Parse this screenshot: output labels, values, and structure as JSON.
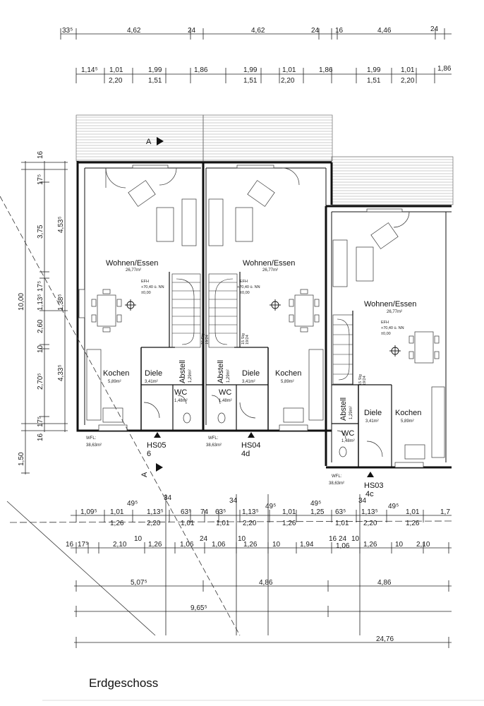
{
  "drawing": {
    "title": "Erdgeschoss",
    "section_marker": "A",
    "top_dimensions": {
      "row1": [
        "33⁵",
        "4,62",
        "24",
        "4,62",
        "24",
        "16",
        "4,46",
        "24"
      ],
      "row2_top": [
        "1,14⁵",
        "1,01",
        "1,99",
        "1,86",
        "1,99",
        "1,01",
        "1,86",
        "1,99",
        "1,01",
        "1,86"
      ],
      "row2_bottom": [
        "2,20",
        "1,51",
        "1,51",
        "2,20",
        "1,51",
        "2,20"
      ]
    },
    "left_dimensions": {
      "outer": [
        "16",
        "17⁵",
        "3,75",
        "17⁵",
        "1,13⁵",
        "2,60",
        "10",
        "2,70⁵",
        "17⁵",
        "16"
      ],
      "middle": [
        "4,53⁵",
        "1,38⁵",
        "4,33⁵"
      ],
      "overall": [
        "10,00",
        "1,50"
      ]
    },
    "bottom_dimensions": {
      "row1": [
        "34",
        "34",
        "49⁵",
        "34",
        "49⁵"
      ],
      "row2_top": [
        "1,09⁵",
        "1,01",
        "1,13⁵",
        "63⁵",
        "74",
        "63⁵",
        "1,13⁵",
        "1,01",
        "1,25",
        "63⁵",
        "1,13⁵",
        "1,01",
        "1,7"
      ],
      "row2_bottom": [
        "1,26",
        "2,20",
        "1,01",
        "1,01",
        "2,20",
        "1,26",
        "1,01",
        "2,20",
        "1,26"
      ],
      "row2_marks": [
        "49⁵",
        "49⁵"
      ],
      "row3": [
        "16",
        "17⁵",
        "2,10",
        "10",
        "1,26",
        "1,06",
        "24",
        "1,06",
        "10",
        "1,26",
        "10",
        "1,94",
        "16",
        "24",
        "1,06",
        "10",
        "1,26",
        "10",
        "2,10"
      ],
      "row4": [
        "5,07⁵",
        "4,86",
        "4,86"
      ],
      "row5": [
        "9,65⁵"
      ],
      "row6": [
        "24,76"
      ]
    },
    "units": [
      {
        "rooms": [
          {
            "name": "Wohnen/Essen",
            "area": "26,77m²"
          },
          {
            "name": "Kochen",
            "area": "5,89m²"
          },
          {
            "name": "Diele",
            "area": "3,41m²"
          },
          {
            "name": "Abstell",
            "area": "1,29m²"
          },
          {
            "name": "WC",
            "area": "1,48m²"
          }
        ],
        "efh": [
          "EFH",
          "+70,40 ü. NN",
          "±0,00"
        ],
        "stairs": [
          "15 Stg",
          "19/24"
        ],
        "wfl": [
          "WFL:",
          "38,63m²"
        ],
        "house": [
          "HS05",
          "6"
        ]
      },
      {
        "rooms": [
          {
            "name": "Wohnen/Essen",
            "area": "26,77m²"
          },
          {
            "name": "Kochen",
            "area": "5,89m²"
          },
          {
            "name": "Diele",
            "area": "3,41m²"
          },
          {
            "name": "Abstell",
            "area": "1,29m²"
          },
          {
            "name": "WC",
            "area": "1,48m²"
          }
        ],
        "efh": [
          "EFH",
          "+70,40 ü. NN",
          "±0,00"
        ],
        "stairs": [
          "15 Stg",
          "19/24"
        ],
        "wfl": [
          "WFL:",
          "38,63m²"
        ],
        "house": [
          "HS04",
          "4d"
        ]
      },
      {
        "rooms": [
          {
            "name": "Wohnen/Essen",
            "area": "26,77m²"
          },
          {
            "name": "Kochen",
            "area": "5,89m²"
          },
          {
            "name": "Diele",
            "area": "3,41m²"
          },
          {
            "name": "Abstell",
            "area": "1,29m²"
          },
          {
            "name": "WC",
            "area": "1,48m²"
          }
        ],
        "efh": [
          "EFH",
          "+70,40 ü. NN",
          "±0,00"
        ],
        "stairs": [
          "15 Stg",
          "19/24"
        ],
        "wfl": [
          "WFL:",
          "38,63m²"
        ],
        "house": [
          "HS03",
          "4c"
        ]
      }
    ]
  }
}
